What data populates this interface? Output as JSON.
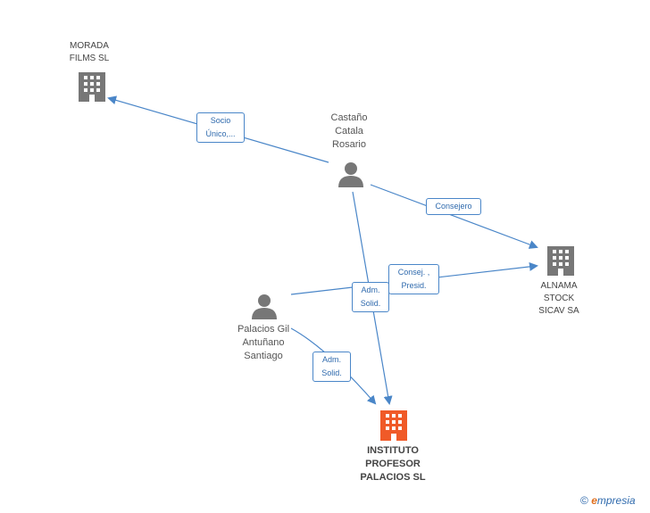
{
  "nodes": {
    "morada": {
      "label": "MORADA\nFILMS  SL",
      "type": "company",
      "color": "#777777"
    },
    "castano": {
      "label": "Castaño\nCatala\nRosario",
      "type": "person",
      "color": "#777777"
    },
    "alnama": {
      "label": "ALNAMA\nSTOCK\nSICAV SA",
      "type": "company",
      "color": "#777777"
    },
    "palacios": {
      "label": "Palacios Gil\nAntuñano\nSantiago",
      "type": "person",
      "color": "#777777"
    },
    "instituto": {
      "label": "INSTITUTO\nPROFESOR\nPALACIOS SL",
      "type": "company",
      "color": "#f05a28"
    }
  },
  "edges": {
    "socio": {
      "label": "Socio\nÚnico,..."
    },
    "consejero": {
      "label": "Consejero"
    },
    "consej_presid": {
      "label": "Consej. ,\nPresid."
    },
    "adm_solid_1": {
      "label": "Adm.\nSolid."
    },
    "adm_solid_2": {
      "label": "Adm.\nSolid."
    }
  },
  "footer": {
    "copyright": "©",
    "brand_e": "e",
    "brand_rest": "mpresia"
  },
  "colors": {
    "edge": "#4a86c8",
    "icon": "#777777",
    "main_icon": "#f05a28"
  }
}
